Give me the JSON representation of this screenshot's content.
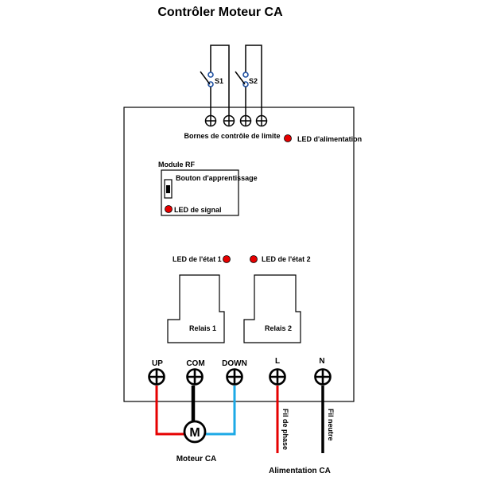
{
  "title": "Contrôler Moteur CA",
  "switches": {
    "s1": "S1",
    "s2": "S2"
  },
  "limit_terminals_label": "Bornes de contrôle de limite",
  "power_led_label": "LED d'alimentation",
  "rf_module": {
    "title": "Module RF",
    "learn_button_label": "Bouton d'apprentissage",
    "signal_led_label": "LED de signal"
  },
  "status_leds": {
    "led1": "LED de l'état 1",
    "led2": "LED de l'état 2"
  },
  "relays": {
    "relay1": "Relais 1",
    "relay2": "Relais 2"
  },
  "terminals": {
    "up": "UP",
    "com": "COM",
    "down": "DOWN",
    "l": "L",
    "n": "N"
  },
  "motor": {
    "symbol": "M",
    "label": "Moteur CA"
  },
  "wires": {
    "phase": "Fil de phase",
    "neutral": "Fil neutre"
  },
  "power_supply_label": "Alimentation CA",
  "colors": {
    "led": "#e60000",
    "red_wire": "#e60000",
    "blue_wire": "#1ca9e6",
    "black": "#000000"
  }
}
